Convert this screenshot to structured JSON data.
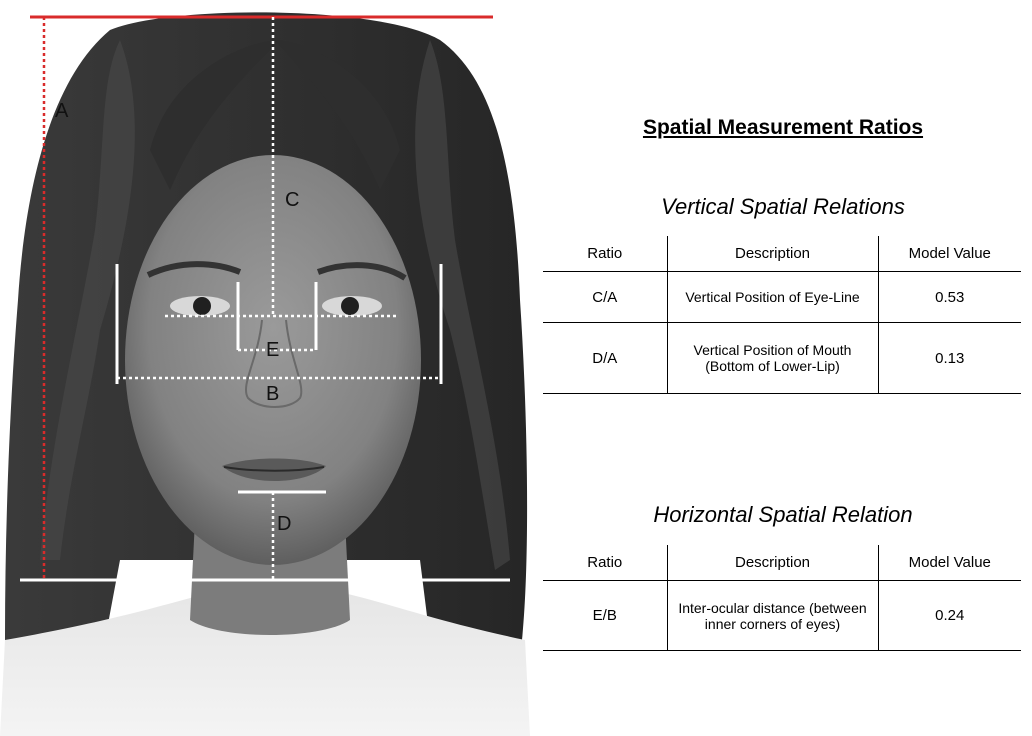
{
  "photo": {
    "labels": {
      "a": "A",
      "b": "B",
      "c": "C",
      "d": "D",
      "e": "E"
    },
    "colors": {
      "height_line": "#d92b2b",
      "measure_line": "#ffffff"
    }
  },
  "main_title": "Spatial Measurement Ratios",
  "vertical": {
    "title": "Vertical Spatial Relations",
    "headers": [
      "Ratio",
      "Description",
      "Model Value"
    ],
    "rows": [
      {
        "ratio": "C/A",
        "description": "Vertical Position of Eye-Line",
        "value": "0.53"
      },
      {
        "ratio": "D/A",
        "description": "Vertical Position of Mouth (Bottom of Lower-Lip)",
        "value": "0.13"
      }
    ]
  },
  "horizontal": {
    "title": "Horizontal Spatial Relation",
    "headers": [
      "Ratio",
      "Description",
      "Model Value"
    ],
    "rows": [
      {
        "ratio": "E/B",
        "description": "Inter-ocular distance (between inner corners of eyes)",
        "value": "0.24"
      }
    ]
  }
}
